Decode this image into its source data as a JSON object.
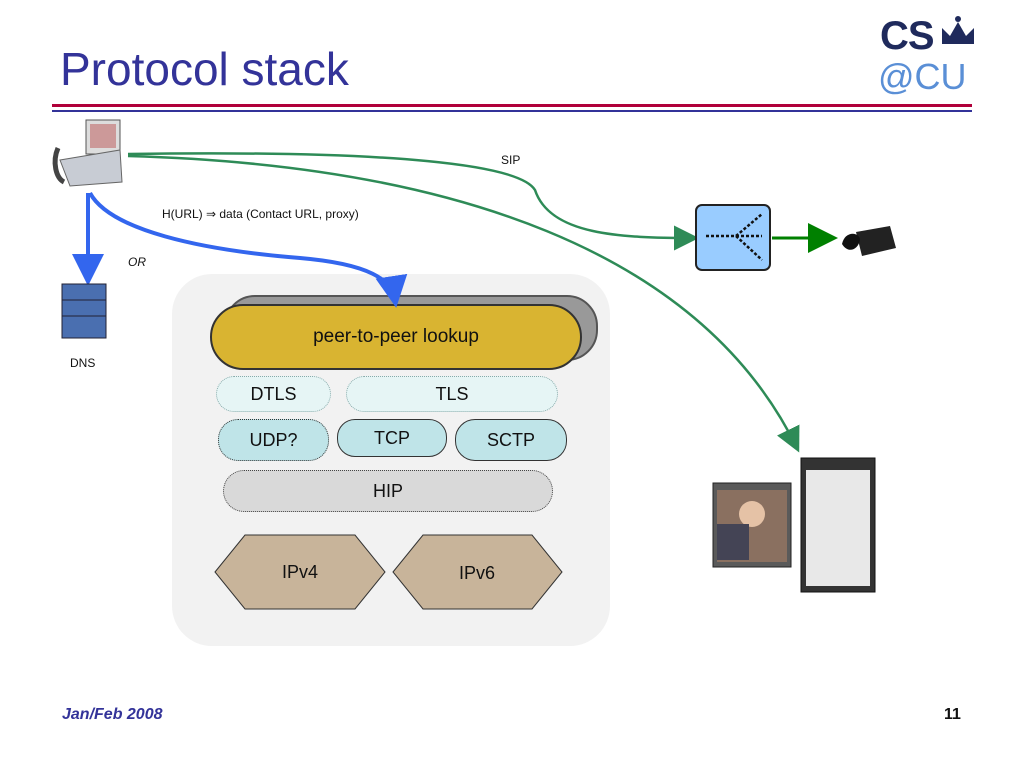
{
  "slide": {
    "title": "Protocol stack",
    "logo": {
      "top": "CS",
      "bottom": "@CU"
    },
    "footer": {
      "date": "Jan/Feb 2008",
      "page_number": "11"
    }
  },
  "labels": {
    "sip": "SIP",
    "hurl": "H(URL) ⇒ data (Contact URL, proxy)",
    "or": "OR",
    "dns": "DNS"
  },
  "stack": {
    "p2p": "peer-to-peer lookup",
    "dtls": "DTLS",
    "tls": "TLS",
    "udp": "UDP?",
    "tcp": "TCP",
    "sctp": "SCTP",
    "hip": "HIP",
    "ipv4": "IPv4",
    "ipv6": "IPv6"
  },
  "colors": {
    "title": "#333399",
    "sip_arrow": "#2e8b57",
    "lookup_arrow": "#3366ee",
    "p2p_fill": "#d9b431",
    "transport_fill": "#bfe4e8",
    "ip_fill": "#c8b49a",
    "proxy_fill": "#99ccff"
  }
}
